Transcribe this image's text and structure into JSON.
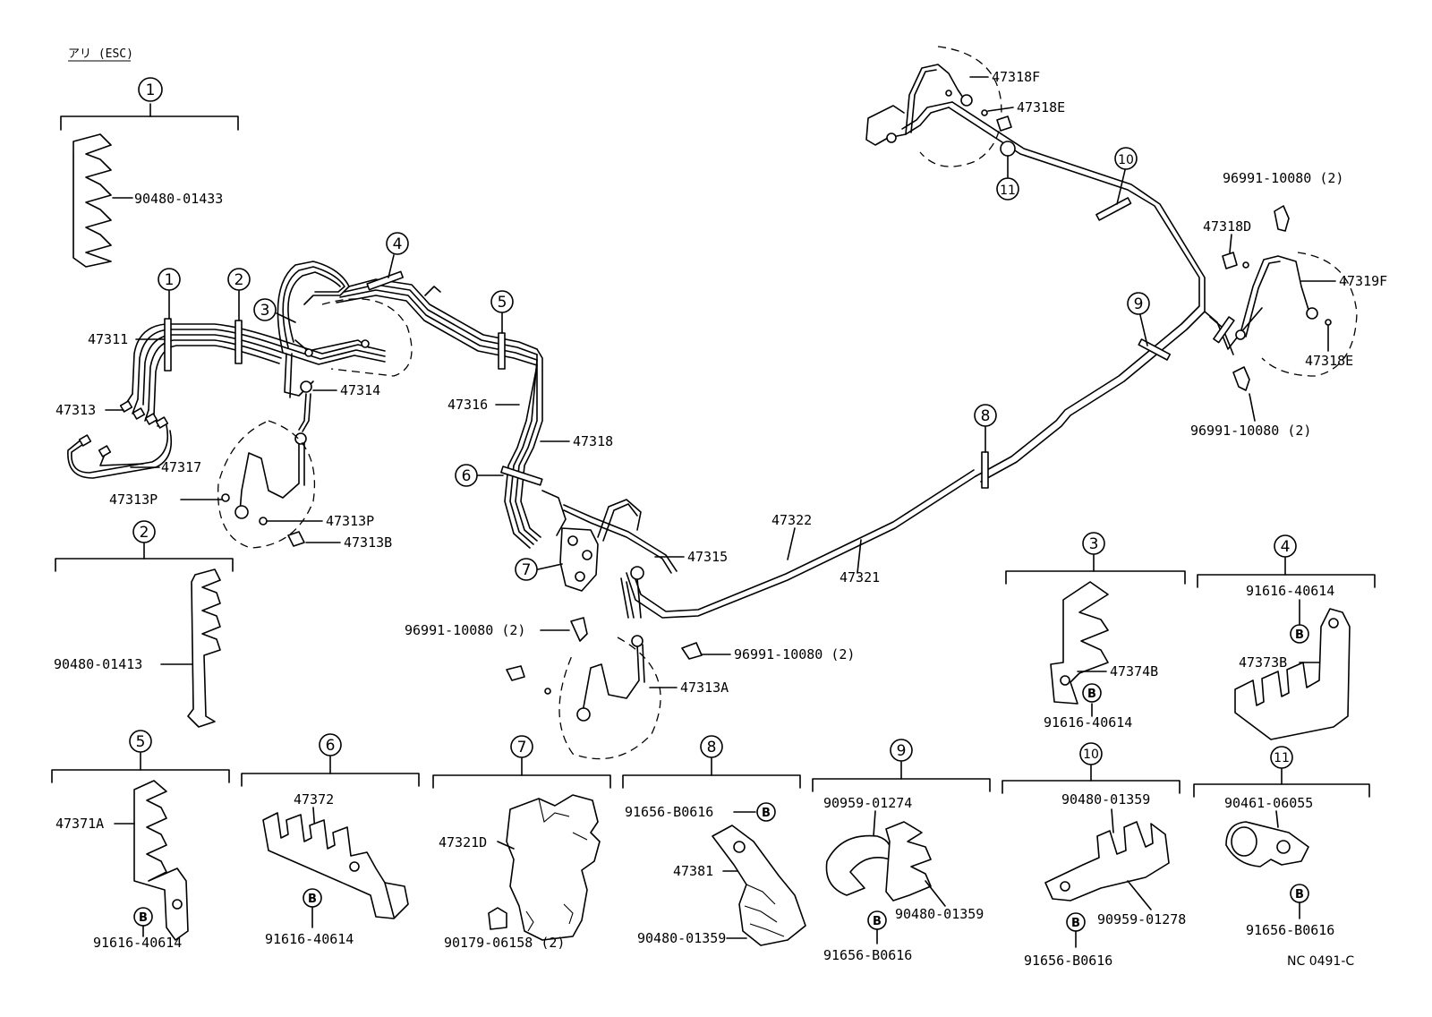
{
  "header_note": "アリ (ESC)",
  "drawing_code": "NC 0491-C",
  "callout_circles": {
    "c1": "1",
    "c2": "2",
    "c3": "3",
    "c4": "4",
    "c5": "5",
    "c6": "6",
    "c7": "7",
    "c8": "8",
    "c9": "9",
    "c10": "10",
    "c11": "11"
  },
  "bolt_symbol": "B",
  "parts": {
    "p47311": "47311",
    "p47313": "47313",
    "p47317": "47317",
    "p47313P_a": "47313P",
    "p47313P_b": "47313P",
    "p47313B": "47313B",
    "p47314": "47314",
    "p47316": "47316",
    "p47318": "47318",
    "p47315": "47315",
    "p47322": "47322",
    "p47321": "47321",
    "p47313A": "47313A",
    "p96991_left": "96991-10080 (2)",
    "p96991_mid": "96991-10080 (2)",
    "p96991_rtop": "96991-10080 (2)",
    "p96991_rbot": "96991-10080 (2)",
    "p47318F": "47318F",
    "p47318E_top": "47318E",
    "p47318D": "47318D",
    "p47319F": "47319F",
    "p47318E_r": "47318E"
  },
  "detail_labels": {
    "d1_clamp": "90480-01433",
    "d2_clamp": "90480-01413",
    "d3_clamp": "47374B",
    "d3_bolt": "91616-40614",
    "d4_bolt": "91616-40614",
    "d4_clamp": "47373B",
    "d5_clamp": "47371A",
    "d5_bolt": "91616-40614",
    "d6_clamp": "47372",
    "d6_bolt": "91616-40614",
    "d7_valve": "47321D",
    "d7_screw": "90179-06158 (2)",
    "d8_bolt": "91656-B0616",
    "d8_bracket": "47381",
    "d8_clamp": "90480-01359",
    "d9_grommet": "90959-01274",
    "d9_clamp": "90480-01359",
    "d9_bolt": "91656-B0616",
    "d10_clamp": "90480-01359",
    "d10_grommet": "90959-01278",
    "d10_bolt": "91656-B0616",
    "d11_clamp": "90461-06055",
    "d11_bolt": "91656-B0616"
  }
}
